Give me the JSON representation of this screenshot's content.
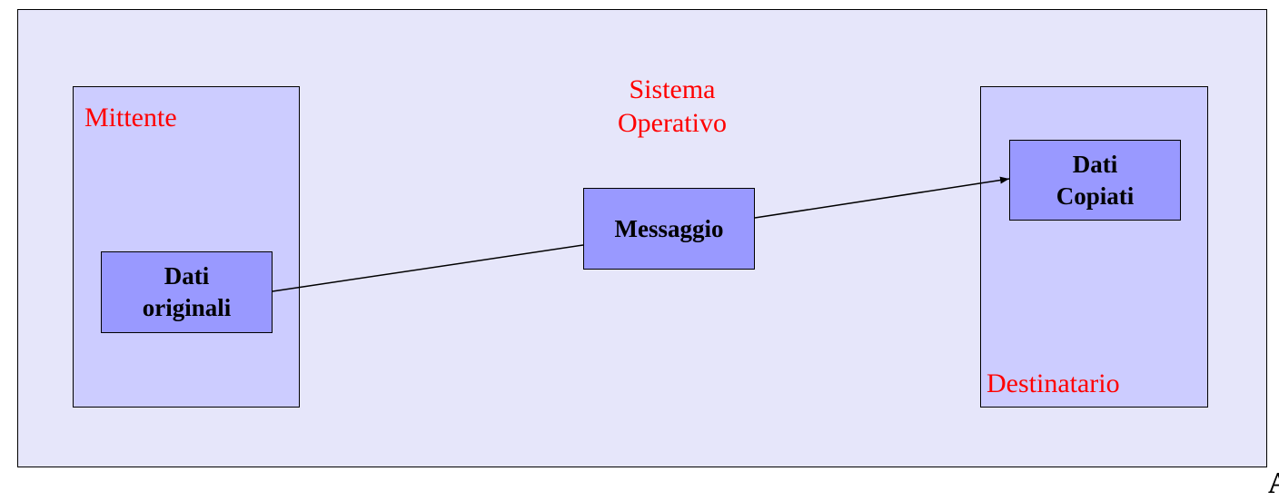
{
  "diagram": {
    "system_label_line1": "Sistema",
    "system_label_line2": "Operativo",
    "sender_label": "Mittente",
    "receiver_label": "Destinatario",
    "original_data_line1": "Dati",
    "original_data_line2": "originali",
    "message_label": "Messaggio",
    "copied_data_line1": "Dati",
    "copied_data_line2": "Copiati",
    "corner_glyph": "A"
  },
  "colors": {
    "os_fill": "#e6e6fa",
    "process_fill": "#ccccff",
    "data_fill": "#9999ff",
    "label_color": "#ff0000"
  }
}
